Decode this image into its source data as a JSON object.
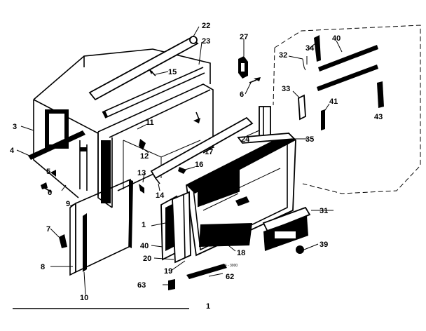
{
  "diagram": {
    "callouts": {
      "c22": "22",
      "c23": "23",
      "c15": "15",
      "c27": "27",
      "c6a": "6",
      "c32": "32",
      "c34": "34",
      "c40a": "40",
      "c33": "33",
      "c41": "41",
      "c43": "43",
      "c3": "3",
      "c4": "4",
      "c5": "5",
      "c6b": "6",
      "c9": "9",
      "c11": "11",
      "c12": "12",
      "c13": "13",
      "c14": "14",
      "c16": "16",
      "c17": "17",
      "c24": "24",
      "c35": "35",
      "c7": "7",
      "c8": "8",
      "c10": "10",
      "c1": "1",
      "c40b": "40",
      "c20": "20",
      "c19": "19",
      "c18": "18",
      "c31": "31",
      "c39": "39",
      "c63": "63",
      "c62": "62",
      "c_fig": "1"
    },
    "small_note": "44 - 3000"
  }
}
